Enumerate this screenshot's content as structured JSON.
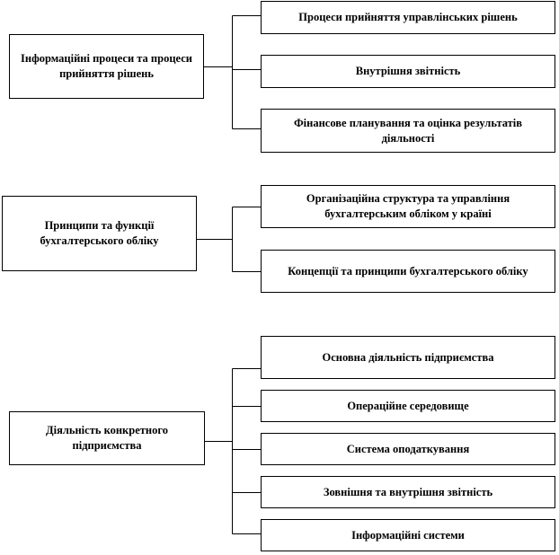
{
  "groups": [
    {
      "category": "Інформаційні процеси та процеси прийняття рішень",
      "items": [
        "Процеси прийняття управлінських рішень",
        "Внутрішня звітність",
        "Фінансове планування та оцінка результатів діяльності"
      ]
    },
    {
      "category": "Принципи та функції бухгалтерського обліку",
      "items": [
        "Організаційна структура та управління бухгалтерським обліком у країні",
        "Концепції та принципи бухгалтерського обліку"
      ]
    },
    {
      "category": "Діяльність конкретного підприємства",
      "items": [
        "Основна діяльність підприємства",
        "Операційне середовище",
        "Система оподаткування",
        "Зовнішня та внутрішня звітність",
        "Інформаційні системи"
      ]
    }
  ],
  "colors": {
    "line": "#000000",
    "box_border": "#000000",
    "background": "#ffffff",
    "text": "#000000"
  }
}
